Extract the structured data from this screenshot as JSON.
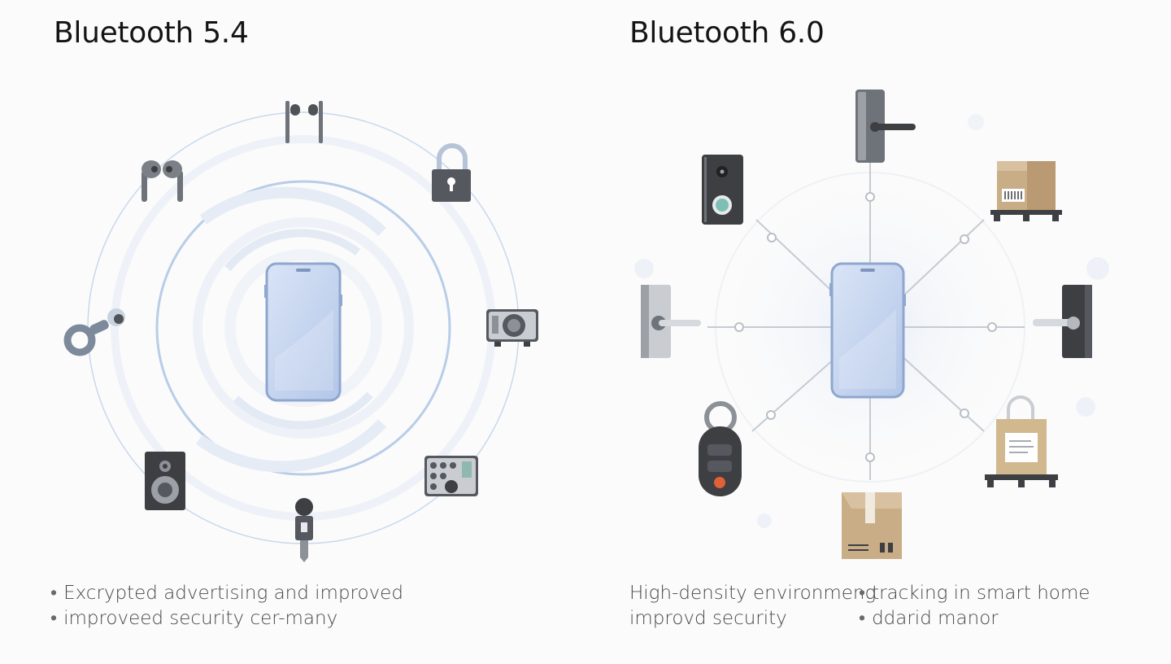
{
  "left": {
    "title": "Bluetooth 5.4",
    "bullets": [
      "Excrypted advertising and improved",
      "improveed security cer-many"
    ],
    "devices": [
      "earbuds-icon",
      "earbud-icon",
      "padlock-icon",
      "projector-icon",
      "key-ring-icon",
      "speaker-icon",
      "key-icon",
      "control-panel-icon",
      "smartphone-icon"
    ]
  },
  "right": {
    "title": "Bluetooth 6.0",
    "col1": [
      "High-density environmeng",
      "improvd security"
    ],
    "col2": [
      "tracking in smart home",
      "ddarid manor"
    ],
    "devices": [
      "door-handle-icon",
      "video-doorbell-icon",
      "pallet-box-icon",
      "door-lever-icon",
      "door-lever-icon",
      "car-key-fob-icon",
      "shopping-bag-icon",
      "cardboard-box-icon",
      "smartphone-icon"
    ]
  },
  "colors": {
    "phone_fill": "#c7d6f0",
    "phone_stroke": "#8fa6cf",
    "ring": "#b8cde8",
    "device_gray": "#6e737a",
    "dark": "#3d3f43",
    "cardboard": "#c9ad86",
    "accent_orange": "#e0603a"
  }
}
